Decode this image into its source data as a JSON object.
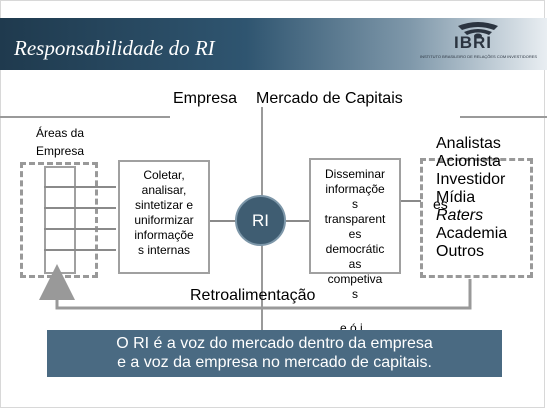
{
  "header": {
    "title": "Responsabilidade do RI",
    "logo_text": "IBRI",
    "logo_subtitle": "INSTITUTO BRASILEIRO DE RELAÇÕES COM INVESTIDORES"
  },
  "diagram": {
    "heading_left": "Empresa",
    "heading_right": "Mercado de Capitais",
    "areas_label_line1": "Áreas da",
    "areas_label_line2": "Empresa",
    "left_box": [
      "Coletar,",
      "analisar,",
      "sintetizar e",
      "uniformizar",
      "informaçõe",
      "s internas"
    ],
    "center_label": "RI",
    "right_box": [
      "Disseminar",
      "informaçõe",
      "s",
      "transparent",
      "es",
      "democrátic",
      "as",
      "competiva",
      "s"
    ],
    "right_box_cut": "e ó i",
    "stakeholders": [
      {
        "label": "Analistas",
        "italic": false
      },
      {
        "label": "Acionista",
        "italic": false
      },
      {
        "label": "Investidor",
        "italic": false
      },
      {
        "label": "Mídia",
        "italic": false
      },
      {
        "label": "Raters",
        "italic": true
      },
      {
        "label": "Academia",
        "italic": false
      },
      {
        "label": "Outros",
        "italic": false
      }
    ],
    "stakeholder_overlap": "es",
    "feedback_label": "Retroalimentação"
  },
  "conclusion": {
    "line1": "O RI é a voz do mercado dentro da empresa",
    "line2": "e a voz da empresa no mercado de capitais."
  },
  "colors": {
    "header_dark": "#1f3a4e",
    "ri_circle": "#3f5d72",
    "conclusion_bg": "#4a6a82",
    "lines": "#9a9a9a"
  }
}
